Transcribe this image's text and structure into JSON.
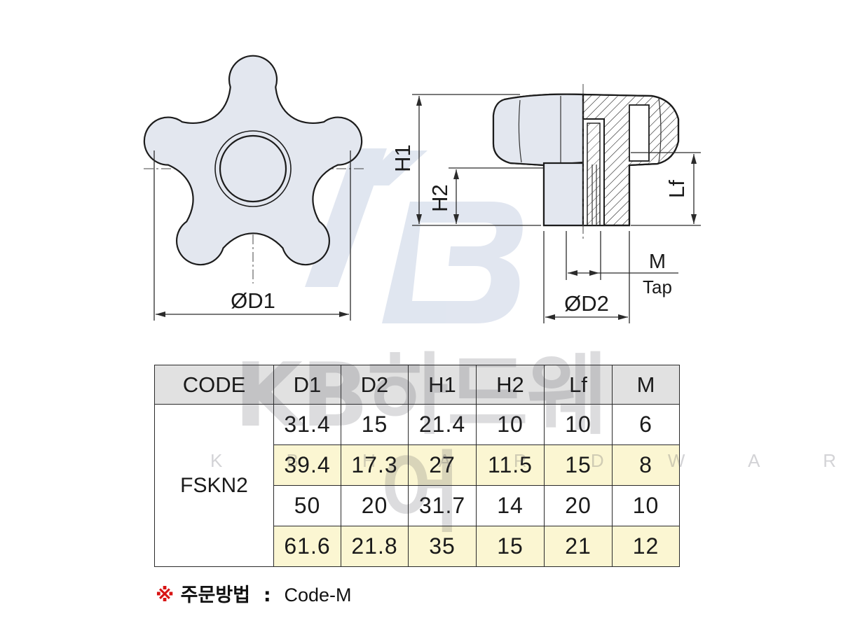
{
  "drawing": {
    "labels": {
      "d1": "ØD1",
      "d2": "ØD2",
      "h1": "H1",
      "h2": "H2",
      "lf": "Lf",
      "m": "M",
      "tap": "Tap"
    },
    "logo_watermark": "KB"
  },
  "watermark": {
    "main": "KB하드웨어",
    "sub": "K B H A R D W A R E"
  },
  "table": {
    "headers": [
      "CODE",
      "D1",
      "D2",
      "H1",
      "H2",
      "Lf",
      "M"
    ],
    "code": "FSKN2",
    "rows": [
      [
        "31.4",
        "15",
        "21.4",
        "10",
        "10",
        "6"
      ],
      [
        "39.4",
        "17.3",
        "27",
        "11.5",
        "15",
        "8"
      ],
      [
        "50",
        "20",
        "31.7",
        "14",
        "20",
        "10"
      ],
      [
        "61.6",
        "21.8",
        "35",
        "15",
        "21",
        "12"
      ]
    ]
  },
  "note": {
    "mark": "※",
    "label": "주문방법",
    "separator": " : ",
    "value": "Code-M"
  },
  "colors": {
    "part_fill": "#e3e7ef",
    "header_fill": "#e1e1e1",
    "highlight_row": "#fbf6d2",
    "note_mark": "#d81414",
    "watermark_logo": "#c8d2e4"
  }
}
